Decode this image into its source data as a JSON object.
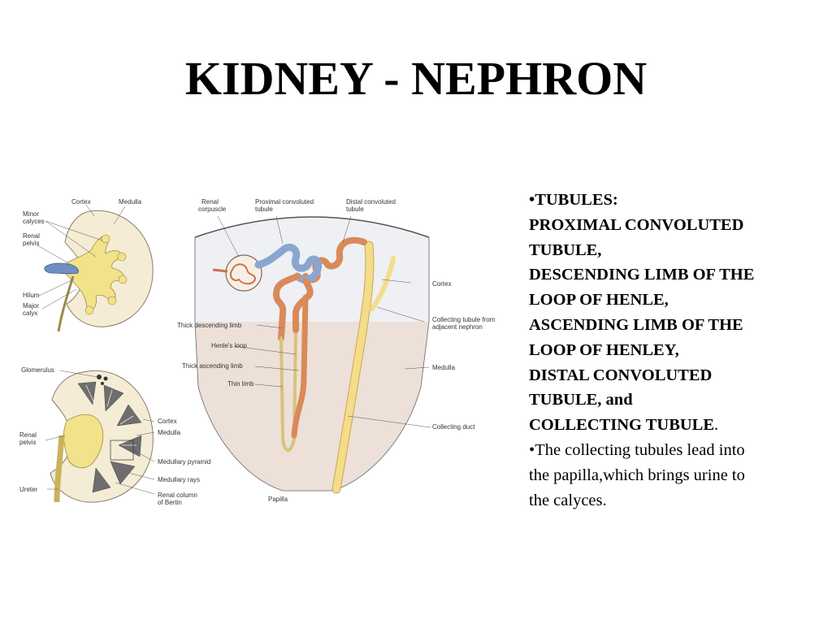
{
  "slide": {
    "title": "KIDNEY - NEPHRON"
  },
  "bullets": {
    "tubules": {
      "heading": "TUBULES:",
      "lines": [
        "PROXIMAL CONVOLUTED",
        "TUBULE,",
        "DESCENDING LIMB OF THE",
        "LOOP OF HENLE,",
        "ASCENDING LIMB OF THE",
        "LOOP OF HENLEY,",
        "DISTAL CONVOLUTED",
        "TUBULE, and",
        "COLLECTING TUBULE"
      ],
      "trailing": "."
    },
    "collecting": {
      "lines": [
        "The collecting tubules lead into",
        "the papilla,which brings urine to",
        "the calyces."
      ]
    }
  },
  "figure": {
    "top_kidney": {
      "cortex": "Cortex",
      "medulla": "Medulla",
      "minor_calyces_1": "Minor",
      "minor_calyces_2": "calyces",
      "renal_pelvis_1": "Renal",
      "renal_pelvis_2": "pelvis",
      "hilum": "Hilum",
      "major_calyx_1": "Major",
      "major_calyx_2": "calyx"
    },
    "bottom_kidney": {
      "glomerulus": "Glomerulus",
      "cortex": "Cortex",
      "medulla": "Medulla",
      "renal_pelvis_1": "Renal",
      "renal_pelvis_2": "pelvis",
      "medullary_pyramid": "Medullary pyramid",
      "medullary_rays": "Medullary rays",
      "ureter": "Ureter",
      "renal_column_1": "Renal column",
      "renal_column_2": "of Bertin"
    },
    "nephron": {
      "renal_corpuscle_1": "Renal",
      "renal_corpuscle_2": "corpuscle",
      "proximal_1": "Proximal convoluted",
      "proximal_2": "tubule",
      "distal_1": "Distal convoluted",
      "distal_2": "tubule",
      "cortex": "Cortex",
      "collecting_tubule_1": "Collecting tubule from",
      "collecting_tubule_2": "adjacent nephron",
      "thick_descending": "Thick descending limb",
      "henles_loop": "Henle's loop",
      "thick_ascending": "Thick ascending limb",
      "thin_limb": "Thin limb",
      "medulla": "Medulla",
      "collecting_duct": "Collecting duct",
      "papilla": "Papilla"
    }
  },
  "colors": {
    "kidney_fill": "#f5ecd5",
    "calyx_fill": "#f2e28a",
    "pelvis_blue": "#6f8fc4",
    "cortex_zone": "#eef0f3",
    "medulla_zone": "#ede0d8",
    "tubule_orange": "#d98a5a",
    "tubule_blue": "#8aa5d0",
    "duct_yellow": "#f4dc8a",
    "pyramid_dark": "#6e6e6e"
  }
}
